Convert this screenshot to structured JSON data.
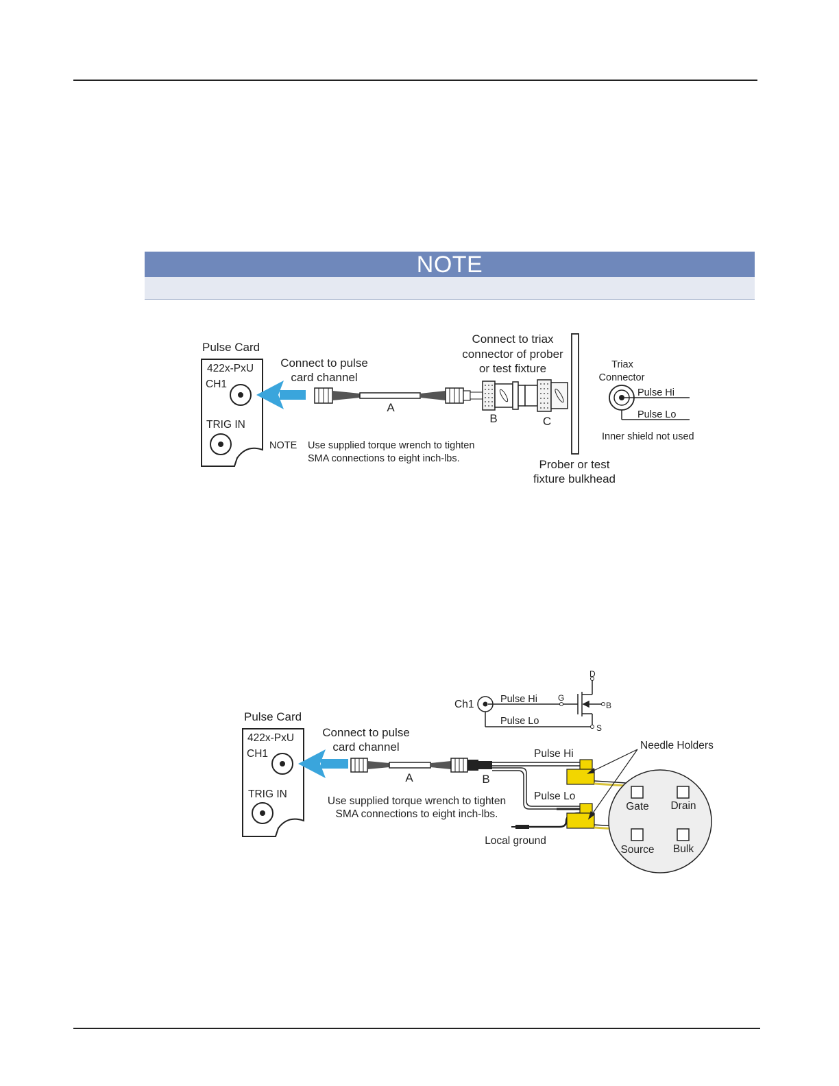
{
  "note": {
    "title": "NOTE"
  },
  "figure1": {
    "pulse_card_title": "Pulse Card",
    "card_model": "422x-PxU",
    "ch1_label": "CH1",
    "trig_in_label": "TRIG IN",
    "connect_pulse_line1": "Connect to pulse",
    "connect_pulse_line2": "card channel",
    "cable_a": "A",
    "adapter_b": "B",
    "adapter_c": "C",
    "connect_triax_line1": "Connect to triax",
    "connect_triax_line2": "connector of prober",
    "connect_triax_line3": "or test fixture",
    "triax_line1": "Triax",
    "triax_line2": "Connector",
    "pulse_hi": "Pulse Hi",
    "pulse_lo": "Pulse Lo",
    "inner_shield": "Inner shield not used",
    "note_label": "NOTE",
    "note_line1": "Use supplied torque wrench to tighten",
    "note_line2": "SMA connections to eight inch-lbs.",
    "bulkhead_line1": "Prober or test",
    "bulkhead_line2": "fixture bulkhead",
    "colors": {
      "arrow": "#3aa5dc",
      "connector_fill": "#e8e8e8"
    }
  },
  "figure2": {
    "pulse_card_title": "Pulse Card",
    "card_model": "422x-PxU",
    "ch1_label": "CH1",
    "trig_in_label": "TRIG IN",
    "connect_pulse_line1": "Connect to pulse",
    "connect_pulse_line2": "card channel",
    "cable_a": "A",
    "adapter_b": "B",
    "schematic": {
      "ch1": "Ch1",
      "pulse_hi": "Pulse Hi",
      "pulse_lo": "Pulse Lo",
      "d": "D",
      "g": "G",
      "b": "B",
      "s": "S"
    },
    "pulse_hi": "Pulse Hi",
    "pulse_lo": "Pulse Lo",
    "needle_holders": "Needle Holders",
    "local_ground": "Local ground",
    "torque_line1": "Use supplied torque wrench to tighten",
    "torque_line2": "SMA connections to eight inch-lbs.",
    "pads": {
      "gate": "Gate",
      "drain": "Drain",
      "source": "Source",
      "bulk": "Bulk"
    },
    "colors": {
      "arrow": "#3aa5dc",
      "holder": "#f2d600",
      "wafer": "#eeeeee"
    }
  }
}
